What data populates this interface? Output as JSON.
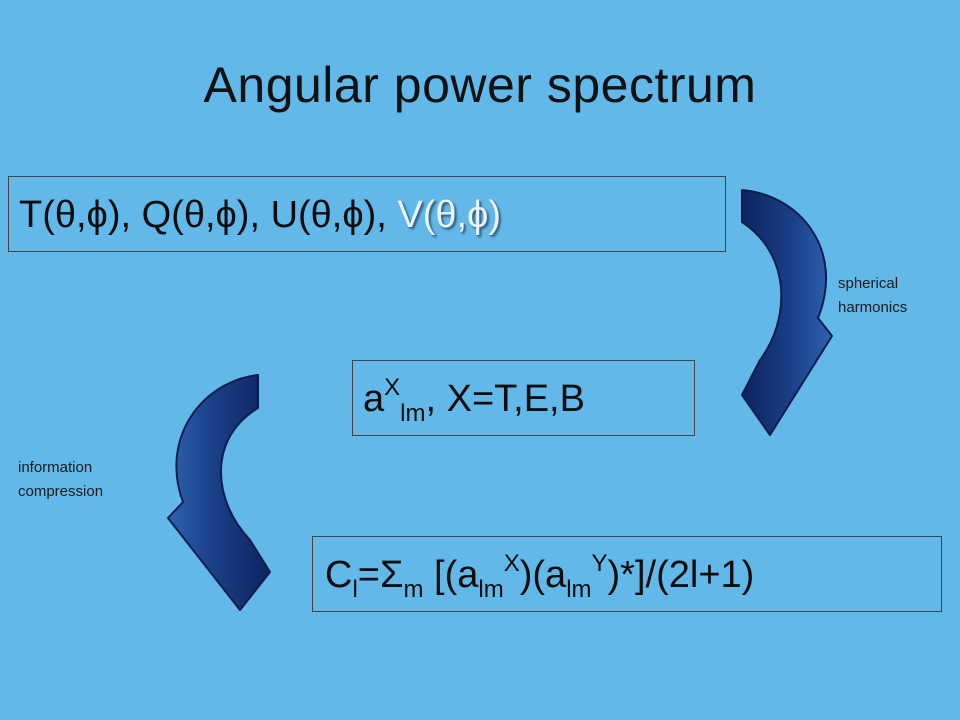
{
  "title": "Angular power spectrum",
  "fields_box": {
    "text": "T(θ,ϕ), Q(θ,ϕ), U(θ,ϕ), ",
    "v_field": "V(θ,ϕ)"
  },
  "alm_box": {
    "a": "a",
    "sup_x": "X",
    "sub_lm": "lm",
    "rest": ", X=T,E,B"
  },
  "cl_box": {
    "c": "C",
    "sub_l": "l",
    "sigma": "=Σ",
    "sub_m": "m",
    "open": " [(a",
    "sub_lm1": "lm",
    "sup_x": "X",
    "mid": ")(a",
    "sub_lm2": "lm",
    "sup_y": "Y",
    "close": ")*]/(2l+1)"
  },
  "notes": {
    "spherical": [
      "spherical",
      "harmonics"
    ],
    "information": [
      "information",
      "compression"
    ]
  },
  "colors": {
    "background": "#62b8e8",
    "arrow_dark": "#0f2a6b",
    "arrow_light": "#2a5fae",
    "v_field": "#e8f4fb"
  },
  "icons": [
    "curved-arrow-down-left-icon",
    "curved-arrow-down-right-icon"
  ]
}
